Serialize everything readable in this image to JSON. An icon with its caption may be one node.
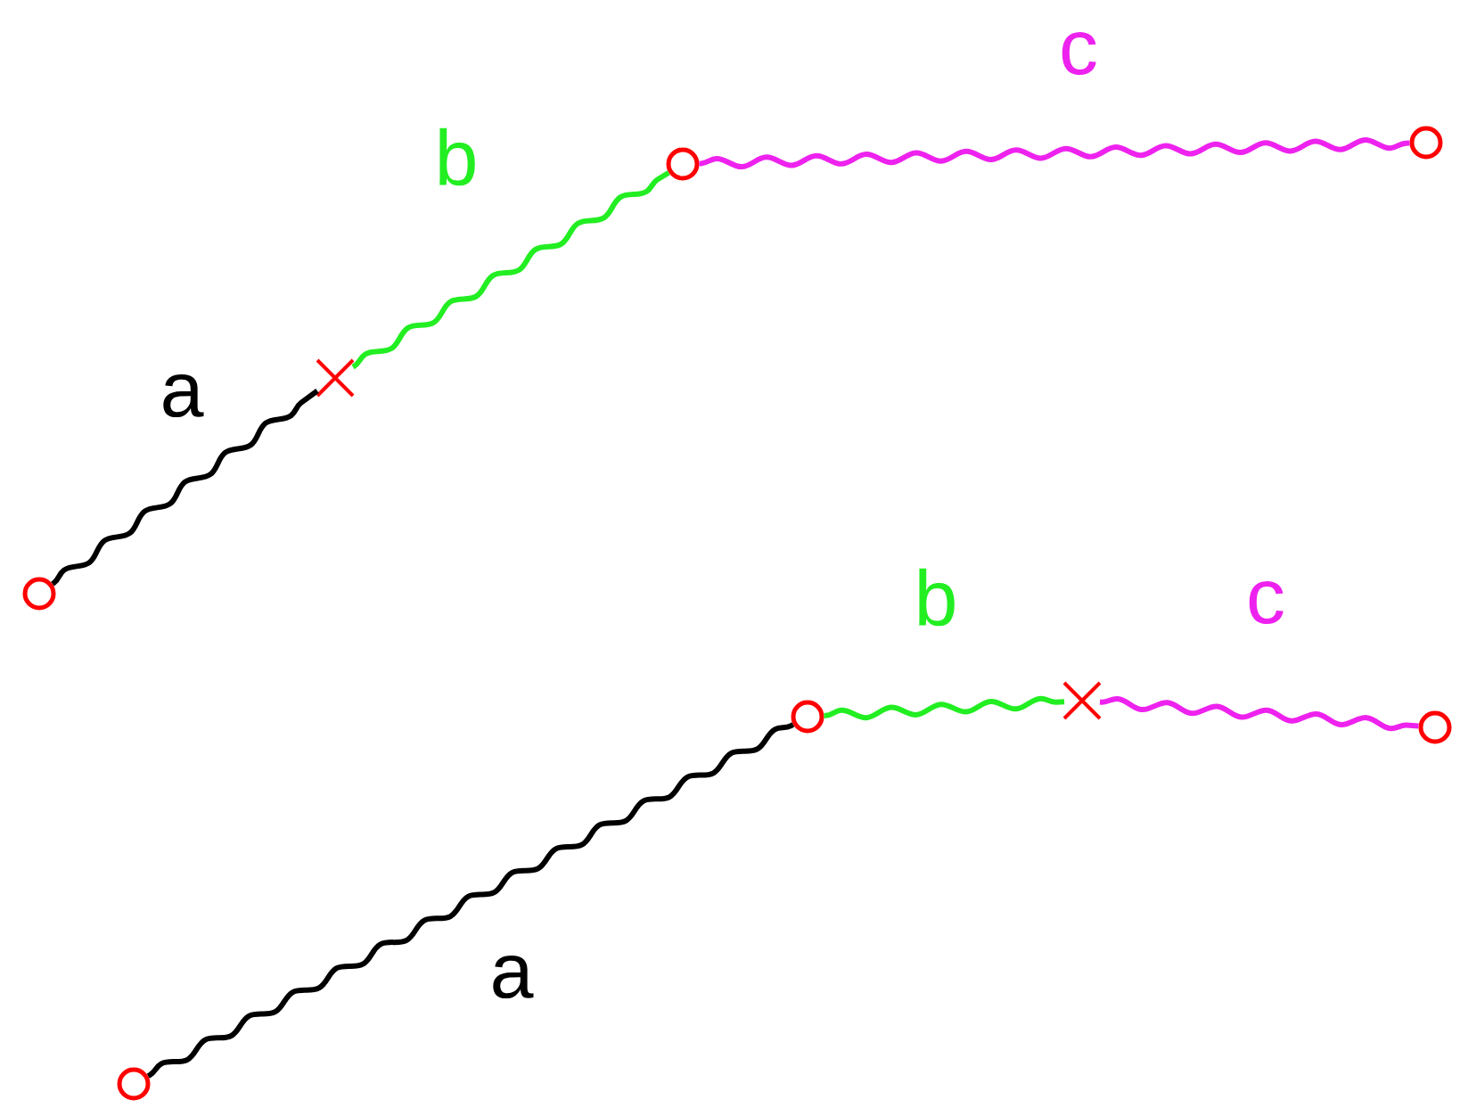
{
  "diagram": {
    "nodes": [
      {
        "text": [],
        "shape": "circle"
      },
      {
        "text": [],
        "shape": "cross"
      },
      {
        "text": [],
        "shape": "circle"
      },
      {
        "text": [],
        "shape": "circle"
      },
      {
        "text": [],
        "shape": "circle"
      },
      {
        "text": [],
        "shape": "circle"
      },
      {
        "text": [],
        "shape": "cross"
      },
      {
        "text": [],
        "shape": "circle"
      }
    ],
    "edges": [
      {
        "from": 0,
        "to": 1,
        "arrow": "none",
        "label": "a",
        "color": "#000000"
      },
      {
        "from": 1,
        "to": 2,
        "arrow": "none",
        "label": "b",
        "color": "#22ee22"
      },
      {
        "from": 2,
        "to": 3,
        "arrow": "none",
        "label": "c",
        "color": "#ee22ee"
      },
      {
        "from": 4,
        "to": 5,
        "arrow": "none",
        "label": "a",
        "color": "#000000"
      },
      {
        "from": 5,
        "to": 6,
        "arrow": "none",
        "label": "b",
        "color": "#22ee22"
      },
      {
        "from": 6,
        "to": 7,
        "arrow": "none",
        "label": "c",
        "color": "#ee22ee"
      }
    ]
  }
}
